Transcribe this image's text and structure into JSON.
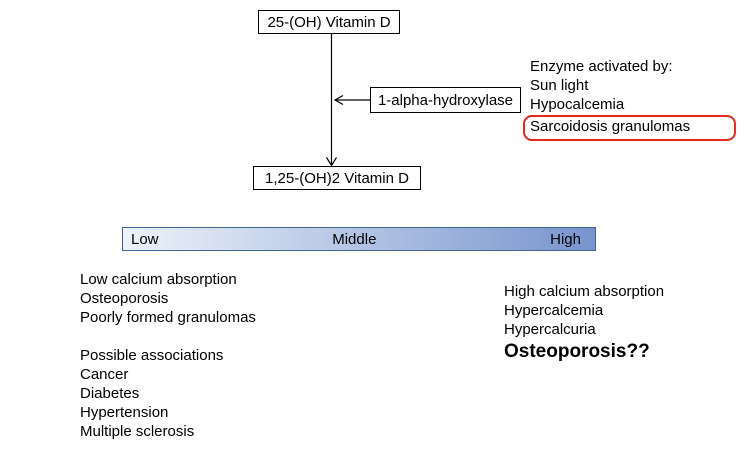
{
  "colors": {
    "highlight_border": "#e8271e",
    "bar_gradient_start": "#eef3fa",
    "bar_gradient_end": "#7794cd",
    "bar_border": "#41639c"
  },
  "flow": {
    "source": "25-(OH) Vitamin D",
    "enzyme": "1-alpha-hydroxylase",
    "product": "1,25-(OH)2 Vitamin D"
  },
  "enzyme_activators": {
    "title": "Enzyme activated by:",
    "items": [
      "Sun light",
      "Hypocalcemia"
    ],
    "highlighted": "Sarcoidosis granulomas"
  },
  "level_bar": {
    "low": "Low",
    "middle": "Middle",
    "high": "High"
  },
  "low_level_effects": [
    "Low calcium absorption",
    "Osteoporosis",
    "Poorly formed granulomas"
  ],
  "associations": {
    "title": "Possible associations",
    "items": [
      "Cancer",
      "Diabetes",
      "Hypertension",
      "Multiple sclerosis"
    ]
  },
  "high_level_effects": [
    "High calcium absorption",
    "Hypercalcemia",
    "Hypercalcuria"
  ],
  "high_level_emphasis": "Osteoporosis??"
}
